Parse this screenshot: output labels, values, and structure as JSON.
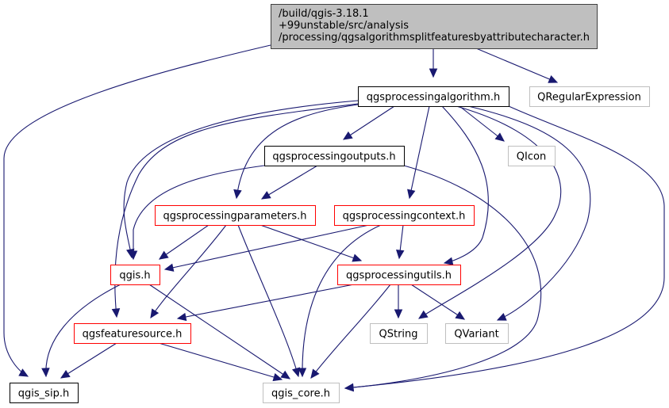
{
  "diagram": {
    "type": "include-dependency-graph",
    "colors": {
      "edge": "#191970",
      "root_fill": "#bfbfbf",
      "root_border": "#404040",
      "documented_border": "#000000",
      "truncated_border": "#ff0000",
      "external_border": "#bfbfbf",
      "node_fill": "#ffffff"
    },
    "nodes": [
      {
        "id": "root",
        "kind": "root",
        "lines": [
          "/build/qgis-3.18.1",
          "+99unstable/src/analysis",
          "/processing/qgsalgorithmsplitfeaturesbyattributecharacter.h"
        ]
      },
      {
        "id": "algorithm",
        "kind": "documented",
        "lines": [
          "qgsprocessingalgorithm.h"
        ]
      },
      {
        "id": "qregexp",
        "kind": "external",
        "lines": [
          "QRegularExpression"
        ]
      },
      {
        "id": "outputs",
        "kind": "documented",
        "lines": [
          "qgsprocessingoutputs.h"
        ]
      },
      {
        "id": "qicon",
        "kind": "external",
        "lines": [
          "QIcon"
        ]
      },
      {
        "id": "parameters",
        "kind": "truncated",
        "lines": [
          "qgsprocessingparameters.h"
        ]
      },
      {
        "id": "context",
        "kind": "truncated",
        "lines": [
          "qgsprocessingcontext.h"
        ]
      },
      {
        "id": "qgis",
        "kind": "truncated",
        "lines": [
          "qgis.h"
        ]
      },
      {
        "id": "utils",
        "kind": "truncated",
        "lines": [
          "qgsprocessingutils.h"
        ]
      },
      {
        "id": "featuresource",
        "kind": "truncated",
        "lines": [
          "qgsfeaturesource.h"
        ]
      },
      {
        "id": "qstring",
        "kind": "external",
        "lines": [
          "QString"
        ]
      },
      {
        "id": "qvariant",
        "kind": "external",
        "lines": [
          "QVariant"
        ]
      },
      {
        "id": "qgis_sip",
        "kind": "documented",
        "lines": [
          "qgis_sip.h"
        ]
      },
      {
        "id": "qgis_core",
        "kind": "external",
        "lines": [
          "qgis_core.h"
        ]
      }
    ],
    "edges": [
      {
        "from": "root",
        "to": "algorithm"
      },
      {
        "from": "root",
        "to": "qregexp"
      },
      {
        "from": "root",
        "to": "qgis_sip"
      },
      {
        "from": "algorithm",
        "to": "outputs"
      },
      {
        "from": "algorithm",
        "to": "qicon"
      },
      {
        "from": "algorithm",
        "to": "parameters"
      },
      {
        "from": "algorithm",
        "to": "context"
      },
      {
        "from": "algorithm",
        "to": "qgis"
      },
      {
        "from": "algorithm",
        "to": "utils"
      },
      {
        "from": "algorithm",
        "to": "featuresource"
      },
      {
        "from": "algorithm",
        "to": "qstring"
      },
      {
        "from": "algorithm",
        "to": "qvariant"
      },
      {
        "from": "algorithm",
        "to": "qgis_core"
      },
      {
        "from": "outputs",
        "to": "parameters"
      },
      {
        "from": "outputs",
        "to": "qgis"
      },
      {
        "from": "outputs",
        "to": "qgis_core"
      },
      {
        "from": "parameters",
        "to": "qgis"
      },
      {
        "from": "parameters",
        "to": "utils"
      },
      {
        "from": "parameters",
        "to": "featuresource"
      },
      {
        "from": "parameters",
        "to": "qgis_core"
      },
      {
        "from": "context",
        "to": "qgis"
      },
      {
        "from": "context",
        "to": "utils"
      },
      {
        "from": "context",
        "to": "qgis_core"
      },
      {
        "from": "qgis",
        "to": "qgis_sip"
      },
      {
        "from": "qgis",
        "to": "qgis_core"
      },
      {
        "from": "utils",
        "to": "featuresource"
      },
      {
        "from": "utils",
        "to": "qstring"
      },
      {
        "from": "utils",
        "to": "qvariant"
      },
      {
        "from": "utils",
        "to": "qgis_core"
      },
      {
        "from": "featuresource",
        "to": "qgis_sip"
      },
      {
        "from": "featuresource",
        "to": "qgis_core"
      }
    ]
  }
}
